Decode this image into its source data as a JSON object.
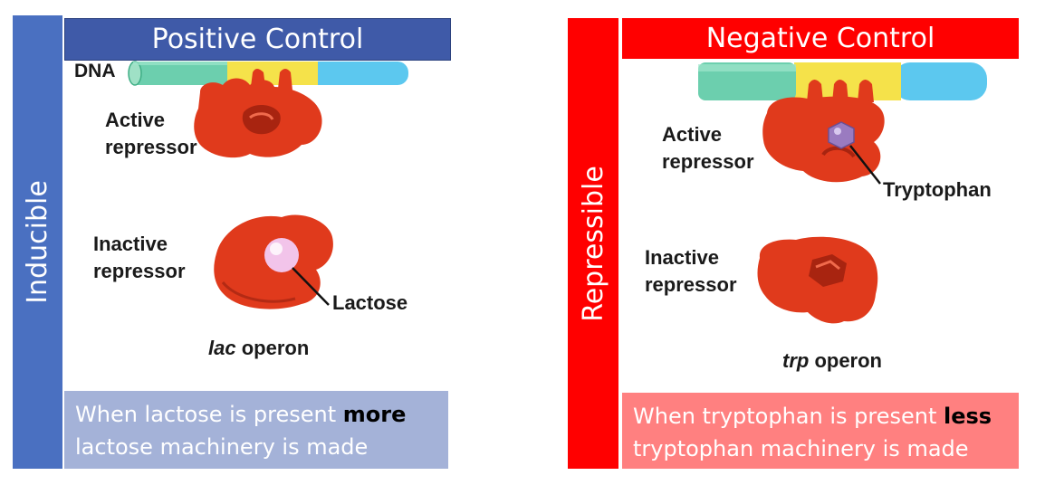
{
  "left": {
    "side_label": "Inducible",
    "header": "Positive Control",
    "dna_label": "DNA",
    "active_label": [
      "Active",
      "repressor"
    ],
    "inactive_label": [
      "Inactive",
      "repressor"
    ],
    "molecule_label": "Lactose",
    "operon_italic": "lac",
    "operon_rest": " operon",
    "caption_line1_pre": "When lactose is present ",
    "caption_line1_bold": "more",
    "caption_line2": "lactose machinery is made"
  },
  "right": {
    "side_label": "Repressible",
    "header": "Negative Control",
    "active_label": [
      "Active",
      "repressor"
    ],
    "inactive_label": [
      "Inactive",
      "repressor"
    ],
    "molecule_label": "Tryptophan",
    "operon_italic": "trp",
    "operon_rest": " operon",
    "caption_line1_pre": "When tryptophan is present ",
    "caption_line1_bold": "less",
    "caption_line2": "tryptophan machinery is made"
  },
  "colors": {
    "left_side_bar": "#4a70c1",
    "left_header": "#3f5aa8",
    "left_caption_bg": "#a4b2d8",
    "right_side_bar": "#ff0000",
    "right_header": "#ff0000",
    "right_caption_bg": "#ff8080",
    "repressor": "#e03a1c",
    "dna_teal": "#6ccfae",
    "dna_yellow": "#f5e24a",
    "dna_blue": "#5cc8ef",
    "lactose": "#f2c4ea",
    "tryptophan": "#9a7bc0"
  }
}
